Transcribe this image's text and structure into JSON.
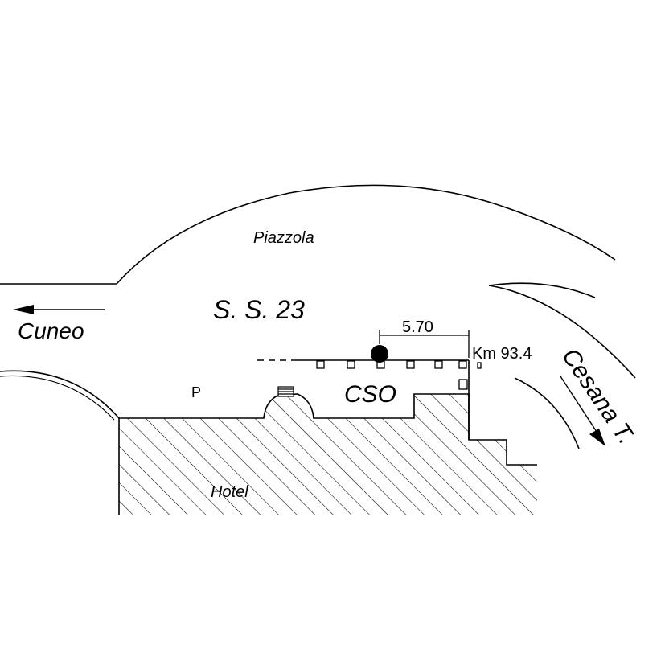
{
  "labels": {
    "piazzola": "Piazzola",
    "road": "S. S. 23",
    "cuneo": "Cuneo",
    "dimension": "5.70",
    "km": "Km 93.4",
    "cesana": "Cesana T.",
    "parking": "P",
    "station": "CSO",
    "hotel": "Hotel"
  },
  "colors": {
    "ink": "#000000",
    "background": "#ffffff"
  }
}
